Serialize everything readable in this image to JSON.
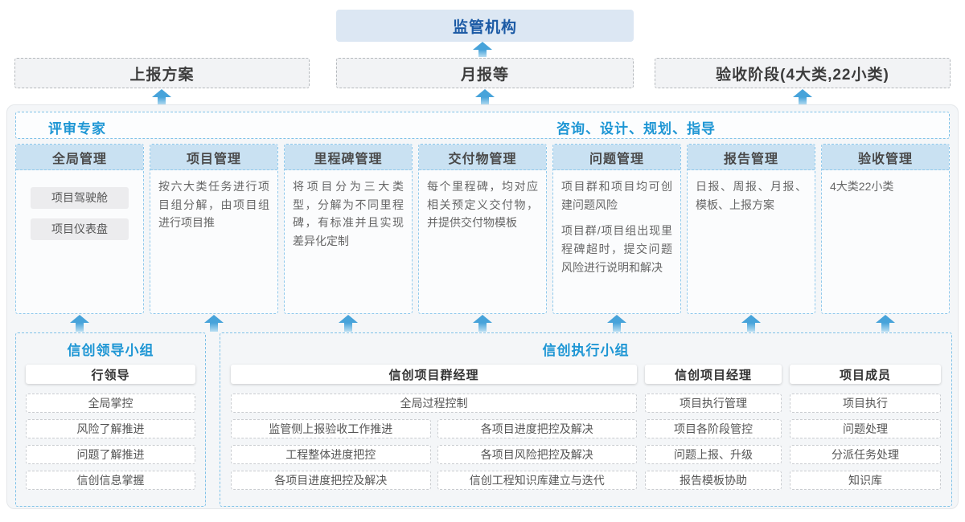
{
  "top": {
    "regulator": "监管机构",
    "boxes": [
      "上报方案",
      "月报等",
      "验收阶段(4大类,22小类)"
    ]
  },
  "middle": {
    "left_header": "评审专家",
    "right_header": "咨询、设计、规划、指导",
    "columns": [
      {
        "title": "全局管理",
        "chips": [
          "项目驾驶舱",
          "项目仪表盘"
        ]
      },
      {
        "title": "项目管理",
        "paragraphs": [
          "按六大类任务进行项目组分解，由项目组进行项目推"
        ]
      },
      {
        "title": "里程碑管理",
        "paragraphs": [
          "将项目分为三大类型，分解为不同里程碑，有标准并且实现差异化定制"
        ]
      },
      {
        "title": "交付物管理",
        "paragraphs": [
          "每个里程碑，均对应相关预定义交付物，并提供交付物模板"
        ]
      },
      {
        "title": "问题管理",
        "paragraphs": [
          "项目群和项目均可创建问题风险",
          "项目群/项目组出现里程碑超时，提交问题风险进行说明和解决"
        ]
      },
      {
        "title": "报告管理",
        "paragraphs": [
          "日报、周报、月报、模板、上报方案"
        ]
      },
      {
        "title": "验收管理",
        "paragraphs": [
          "4大类22小类"
        ]
      }
    ]
  },
  "bottom": {
    "leader_group": {
      "title": "信创领导小组",
      "role": "行领导",
      "items": [
        "全局掌控",
        "风险了解推进",
        "问题了解推进",
        "信创信息掌握"
      ]
    },
    "exec_group": {
      "title": "信创执行小组",
      "pgm_manager": {
        "role": "信创项目群经理",
        "full_item": "全局过程控制",
        "grid_items": [
          "监管侧上报验收工作推进",
          "各项目进度把控及解决",
          "工程整体进度把控",
          "各项目风险把控及解决",
          "各项目进度把控及解决",
          "信创工程知识库建立与迭代"
        ]
      },
      "project_manager": {
        "role": "信创项目经理",
        "items": [
          "项目执行管理",
          "项目各阶段管控",
          "问题上报、升级",
          "报告模板协助"
        ]
      },
      "member": {
        "role": "项目成员",
        "items": [
          "项目执行",
          "问题处理",
          "分派任务处理",
          "知识库"
        ]
      }
    }
  },
  "colors": {
    "accent_blue": "#1e96d4",
    "dark_blue": "#1b5aa5",
    "arrow_blue": "#47a3da",
    "header_fill": "#c9e1f2",
    "regulator_fill": "#dce7f3",
    "panel_fill": "#f4f6f8"
  }
}
